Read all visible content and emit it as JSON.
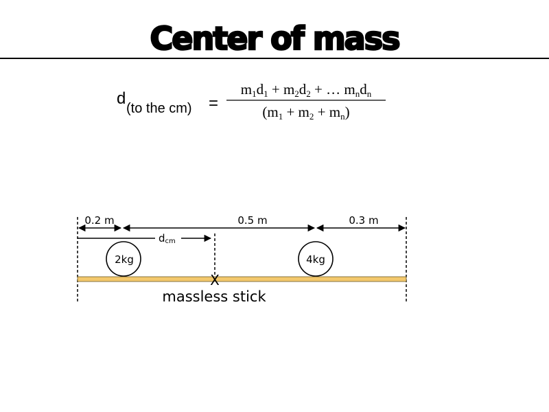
{
  "slide": {
    "title": "Center of mass"
  },
  "formula": {
    "lhs_symbol": "d",
    "lhs_subscript": "(to the cm)",
    "equals": "=",
    "numerator": [
      "m",
      "1",
      "d",
      "1",
      " + m",
      "2",
      "d",
      "2",
      " + … m",
      "n",
      "d",
      "n"
    ],
    "denominator": [
      "(m",
      "1",
      " + m",
      "2",
      " + m",
      "n",
      ")"
    ]
  },
  "diagram": {
    "distance_labels": [
      "0.2 m",
      "0.5 m",
      "0.3 m"
    ],
    "dcm_symbol": "d",
    "dcm_subscript": "cm",
    "mass_1_label": "2kg",
    "mass_2_label": "4kg",
    "center_marker": "X",
    "stick_label": "massless stick",
    "stick_color": "#f3c86c"
  }
}
